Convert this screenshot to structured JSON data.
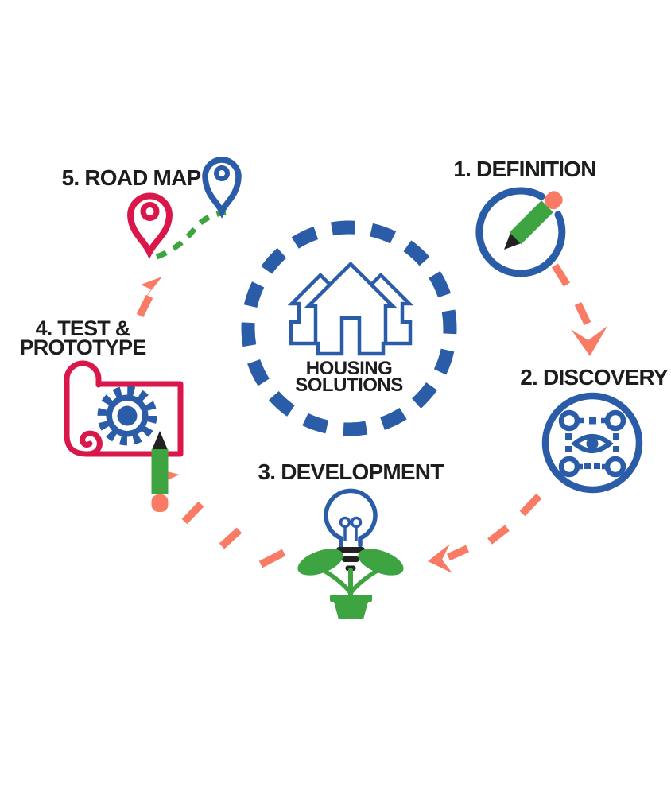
{
  "diagram": {
    "name": "housing-solutions-process-diagram",
    "center": {
      "icon": "housing-cluster-icon",
      "title_line1": "HOUSING",
      "title_line2": "SOLUTIONS"
    },
    "stages": [
      {
        "label": "1. DEFINITION",
        "icon": "pencil-circle-icon"
      },
      {
        "label": "2. DISCOVERY",
        "icon": "eye-network-icon"
      },
      {
        "label": "3. DEVELOPMENT",
        "icon": "lightbulb-plant-icon"
      },
      {
        "label_line1": "4. TEST &",
        "label_line2": "PROTOTYPE",
        "icon": "blueprint-gear-pencil-icon"
      },
      {
        "label": "5. ROAD MAP",
        "icon": "map-pins-icon"
      }
    ],
    "colors": {
      "blue": "#2B5CA8",
      "salmon": "#F97B66",
      "green": "#3EA441",
      "crimson": "#D9174B",
      "text": "#1D1D1F",
      "background": "#FFFFFF"
    }
  }
}
